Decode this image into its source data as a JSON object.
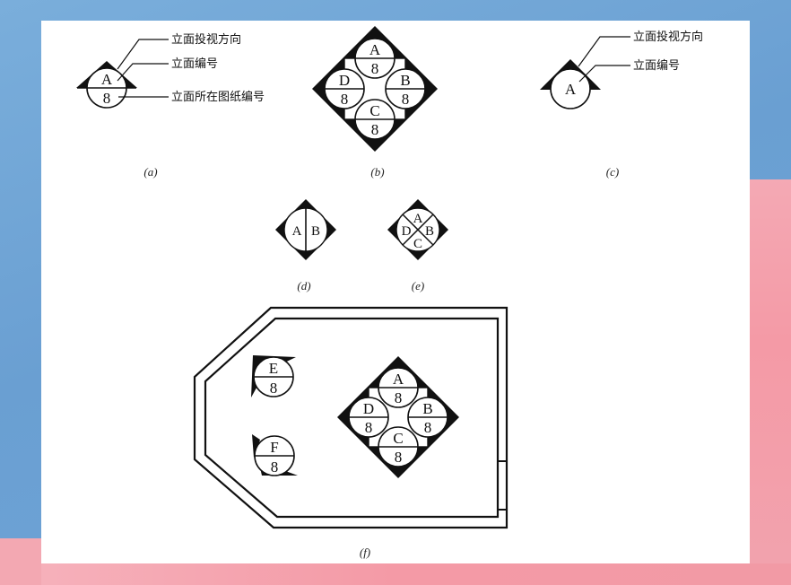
{
  "figure": {
    "background": {
      "blue": "#6fa3d6",
      "pink": "#f49aa6",
      "panel": "#ffffff"
    },
    "a": {
      "caption": "(a)",
      "top_letter": "A",
      "bottom_number": "8",
      "labels": {
        "direction": "立面投视方向",
        "elevation_number": "立面编号",
        "sheet_number": "立面所在图纸编号"
      }
    },
    "b": {
      "caption": "(b)",
      "symbols": [
        {
          "position": "top",
          "letter": "A",
          "number": "8"
        },
        {
          "position": "right",
          "letter": "B",
          "number": "8"
        },
        {
          "position": "bottom",
          "letter": "C",
          "number": "8"
        },
        {
          "position": "left",
          "letter": "D",
          "number": "8"
        }
      ]
    },
    "c": {
      "caption": "(c)",
      "letter": "A",
      "labels": {
        "direction": "立面投视方向",
        "elevation_number": "立面编号"
      }
    },
    "d": {
      "caption": "(d)",
      "left_letter": "A",
      "right_letter": "B"
    },
    "e": {
      "caption": "(e)",
      "top_letter": "A",
      "right_letter": "B",
      "bottom_letter": "C",
      "left_letter": "D"
    },
    "f": {
      "caption": "(f)",
      "wall_symbols": [
        {
          "letter": "E",
          "number": "8"
        },
        {
          "letter": "F",
          "number": "8"
        }
      ],
      "center_symbols": [
        {
          "position": "top",
          "letter": "A",
          "number": "8"
        },
        {
          "position": "right",
          "letter": "B",
          "number": "8"
        },
        {
          "position": "bottom",
          "letter": "C",
          "number": "8"
        },
        {
          "position": "left",
          "letter": "D",
          "number": "8"
        }
      ]
    }
  }
}
